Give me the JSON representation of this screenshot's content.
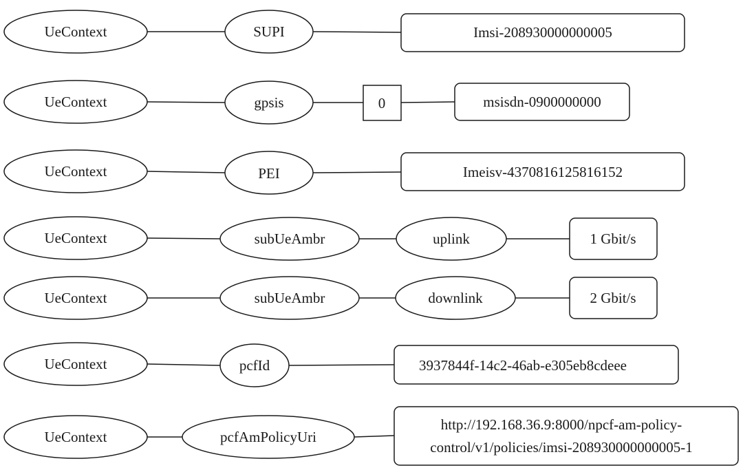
{
  "rows": [
    {
      "context": "UeContext",
      "attribute": "SUPI",
      "value": "Imsi-208930000000005"
    },
    {
      "context": "UeContext",
      "attribute": "gpsis",
      "index": "0",
      "value": "msisdn-0900000000"
    },
    {
      "context": "UeContext",
      "attribute": "PEI",
      "value": "Imeisv-4370816125816152"
    },
    {
      "context": "UeContext",
      "attribute": "subUeAmbr",
      "sub_attribute": "uplink",
      "value": "1 Gbit/s"
    },
    {
      "context": "UeContext",
      "attribute": "subUeAmbr",
      "sub_attribute": "downlink",
      "value": "2 Gbit/s"
    },
    {
      "context": "UeContext",
      "attribute": "pcfId",
      "value": "3937844f-14c2-46ab-e305eb8cdeee"
    },
    {
      "context": "UeContext",
      "attribute": "pcfAmPolicyUri",
      "value_lines": [
        "http://192.168.36.9:8000/npcf-am-policy-",
        "control/v1/policies/imsi-208930000000005-1"
      ]
    }
  ]
}
